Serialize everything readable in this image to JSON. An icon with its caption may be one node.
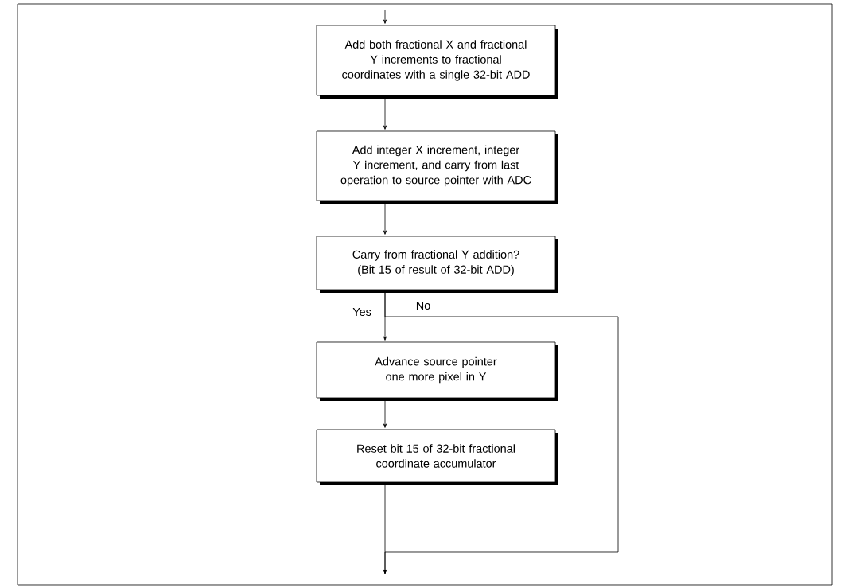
{
  "diagram": {
    "nodes": [
      {
        "text": [
          "Add both fractional X and fractional Y increments to fractional coordinates with a single 32-bit ADD"
        ]
      },
      {
        "text": [
          "Add integer X increment, integer Y increment, and carry from last operation to source pointer with ADC"
        ]
      },
      {
        "text": [
          "Carry from fractional Y addition? (Bit 15 of result of 32-bit ADD)"
        ]
      },
      {
        "text": [
          "Advance source pointer one more pixel in Y"
        ]
      },
      {
        "text": [
          "Reset bit 15 of 32-bit fractional coordinate accumulator"
        ]
      }
    ],
    "edges": [
      {
        "from": null,
        "to": 0,
        "arrow": "to"
      },
      {
        "from": 0,
        "to": 1,
        "arrow": "to"
      },
      {
        "from": 1,
        "to": 2,
        "arrow": "to"
      },
      {
        "from": 2,
        "to": 3,
        "arrow": "to",
        "label": "Yes"
      },
      {
        "from": 2,
        "to": null,
        "arrow": "to",
        "label": "No"
      },
      {
        "from": 3,
        "to": 4,
        "arrow": "to"
      },
      {
        "from": 4,
        "to": null,
        "arrow": "to"
      }
    ]
  }
}
